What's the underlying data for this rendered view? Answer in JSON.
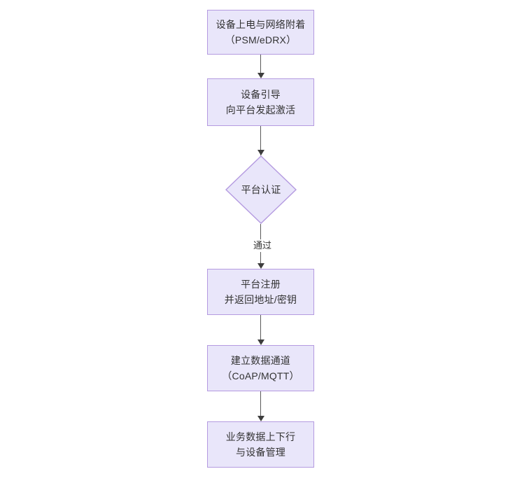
{
  "diagram": {
    "type": "flowchart",
    "orientation": "top-to-bottom",
    "title": "",
    "colors": {
      "node_fill": "#e9e6fa",
      "node_border": "#b49ae0",
      "text": "#333333",
      "connector": "#5a5a5a",
      "background": "#ffffff"
    },
    "nodes": [
      {
        "id": "power-on",
        "shape": "rectangle",
        "line1": "设备上电与网络附着",
        "line2": "（PSM/eDRX）"
      },
      {
        "id": "bootstrap",
        "shape": "rectangle",
        "line1": "设备引导",
        "line2": "向平台发起激活"
      },
      {
        "id": "auth",
        "shape": "diamond",
        "line1": "平台认证",
        "line2": ""
      },
      {
        "id": "register",
        "shape": "rectangle",
        "line1": "平台注册",
        "line2": "并返回地址/密钥"
      },
      {
        "id": "data-channel",
        "shape": "rectangle",
        "line1": "建立数据通道",
        "line2": "（CoAP/MQTT）"
      },
      {
        "id": "business-data",
        "shape": "rectangle",
        "line1": "业务数据上下行",
        "line2": "与设备管理"
      }
    ],
    "edges": [
      {
        "id": "e1",
        "from": "power-on",
        "to": "bootstrap",
        "label": ""
      },
      {
        "id": "e2",
        "from": "bootstrap",
        "to": "auth",
        "label": ""
      },
      {
        "id": "e3",
        "from": "auth",
        "to": "register",
        "label": "通过"
      },
      {
        "id": "e4",
        "from": "register",
        "to": "data-channel",
        "label": ""
      },
      {
        "id": "e5",
        "from": "data-channel",
        "to": "business-data",
        "label": ""
      }
    ]
  }
}
